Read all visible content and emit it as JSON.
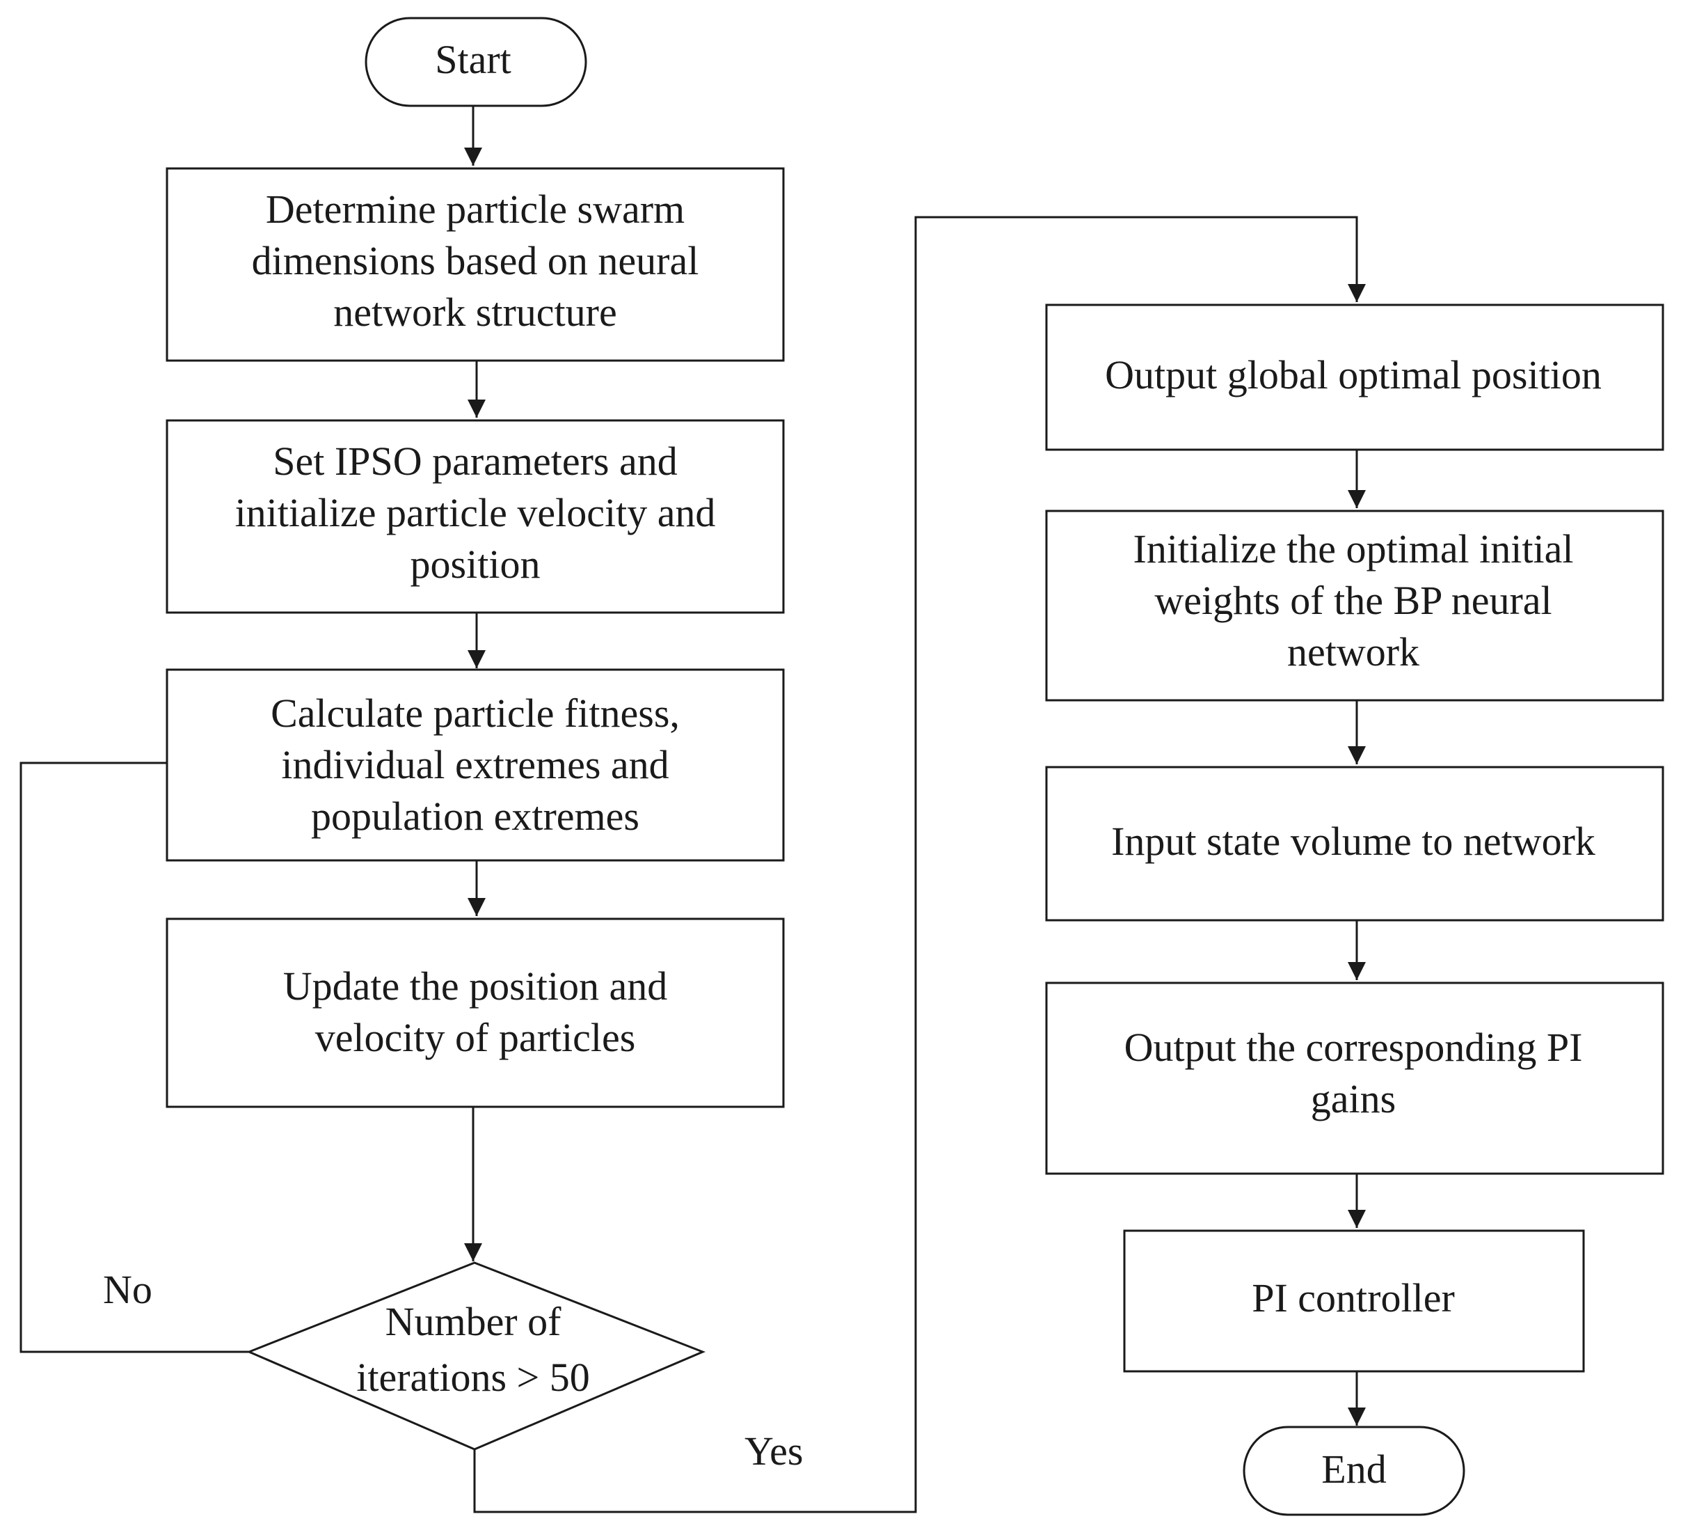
{
  "nodes": {
    "start": [
      "Start"
    ],
    "determine_dimensions": [
      "Determine particle swarm",
      "dimensions based on neural",
      "network structure"
    ],
    "set_parameters": [
      "Set IPSO parameters and",
      "initialize particle velocity and",
      "position"
    ],
    "calculate_fitness": [
      "Calculate particle fitness,",
      "individual extremes and",
      "population extremes"
    ],
    "update_position": [
      "Update the position and",
      "velocity of particles"
    ],
    "iterations_check": [
      "Number of",
      "iterations > 50"
    ],
    "output_global": [
      "Output global optimal position"
    ],
    "initialize_weights": [
      "Initialize the optimal initial",
      "weights of the BP neural",
      "network"
    ],
    "input_state": [
      "Input state volume to network"
    ],
    "output_gains": [
      "Output the corresponding PI",
      "gains"
    ],
    "pi_controller": [
      "PI controller"
    ],
    "end": [
      "End"
    ]
  },
  "edge_labels": {
    "no": "No",
    "yes": "Yes"
  }
}
